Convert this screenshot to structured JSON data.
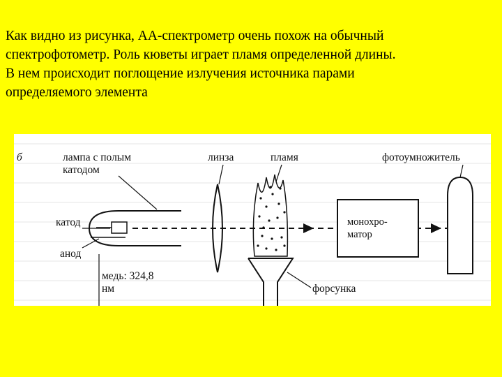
{
  "slide": {
    "lines": [
      "Как видно из рисунка, АА-спектрометр очень похож на обычный",
      "спектрофотометр. Роль кюветы играет пламя определенной длины.",
      "В нем происходит поглощение излучения источника парами",
      "определяемого элемента"
    ]
  },
  "figure": {
    "panel_letter": "б",
    "labels": {
      "lamp_line1": "лампа с полым",
      "lamp_line2": "катодом",
      "lens": "линза",
      "flame": "пламя",
      "pmt": "фотоумножитель",
      "cathode": "катод",
      "anode": "анод",
      "mono_line1": "монохро-",
      "mono_line2": "матор",
      "copper_line1": "медь: 324,8",
      "copper_line2": "нм",
      "atomizer": "форсунка"
    },
    "colors": {
      "background": "#ffff00",
      "figure_bg": "#ffffff",
      "ink": "#111111"
    }
  }
}
